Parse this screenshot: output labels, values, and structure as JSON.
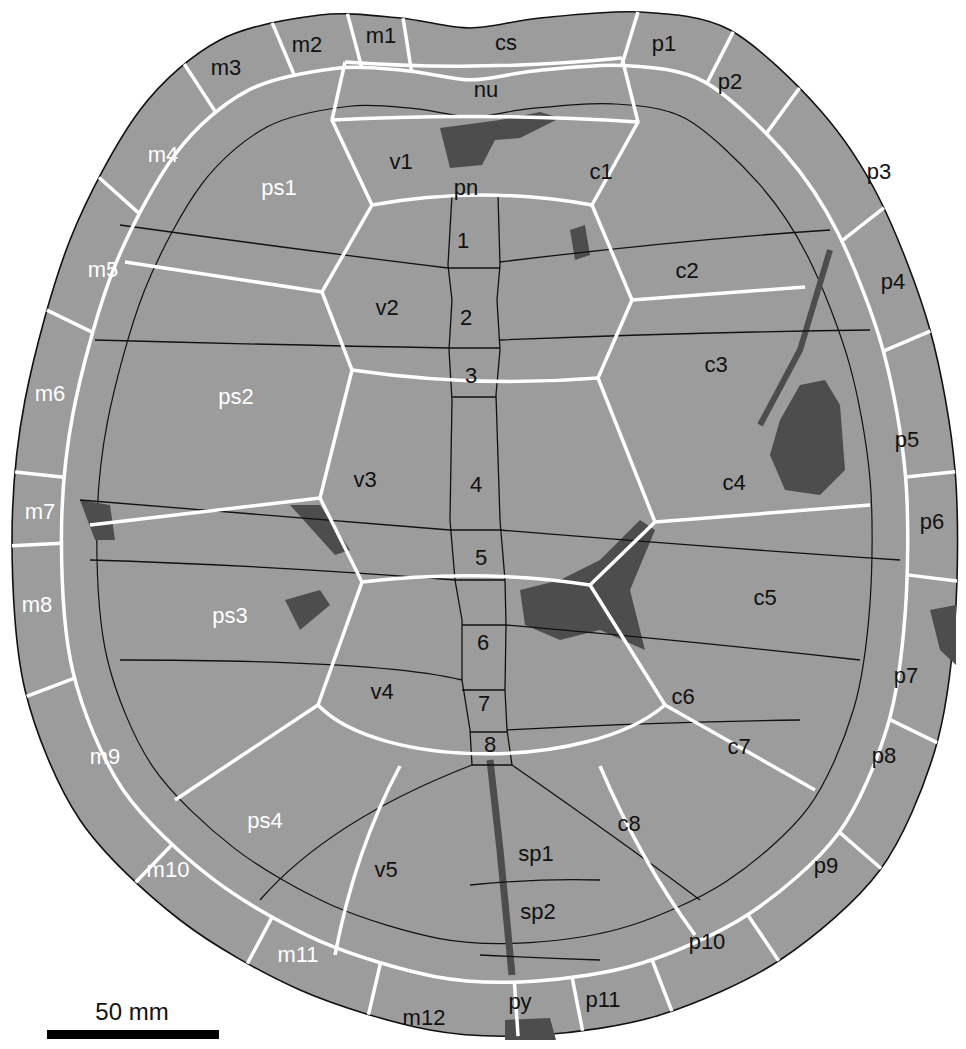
{
  "diagram": {
    "labels": [
      "cs",
      "m1",
      "m2",
      "m3",
      "p1",
      "nu",
      "p2",
      "m4",
      "v1",
      "pn",
      "ps1",
      "c1",
      "p3",
      "1",
      "m5",
      "c2",
      "p4",
      "v2",
      "2",
      "3",
      "c3",
      "ps2",
      "m6",
      "p5",
      "4",
      "v3",
      "c4",
      "m7",
      "p6",
      "5",
      "c5",
      "ps3",
      "m8",
      "6",
      "p7",
      "v4",
      "c6",
      "7",
      "8",
      "c7",
      "m9",
      "p8",
      "ps4",
      "c8",
      "sp1",
      "v5",
      "m10",
      "p9",
      "sp2",
      "m11",
      "p10",
      "p11",
      "py",
      "m12",
      "50 mm"
    ]
  }
}
